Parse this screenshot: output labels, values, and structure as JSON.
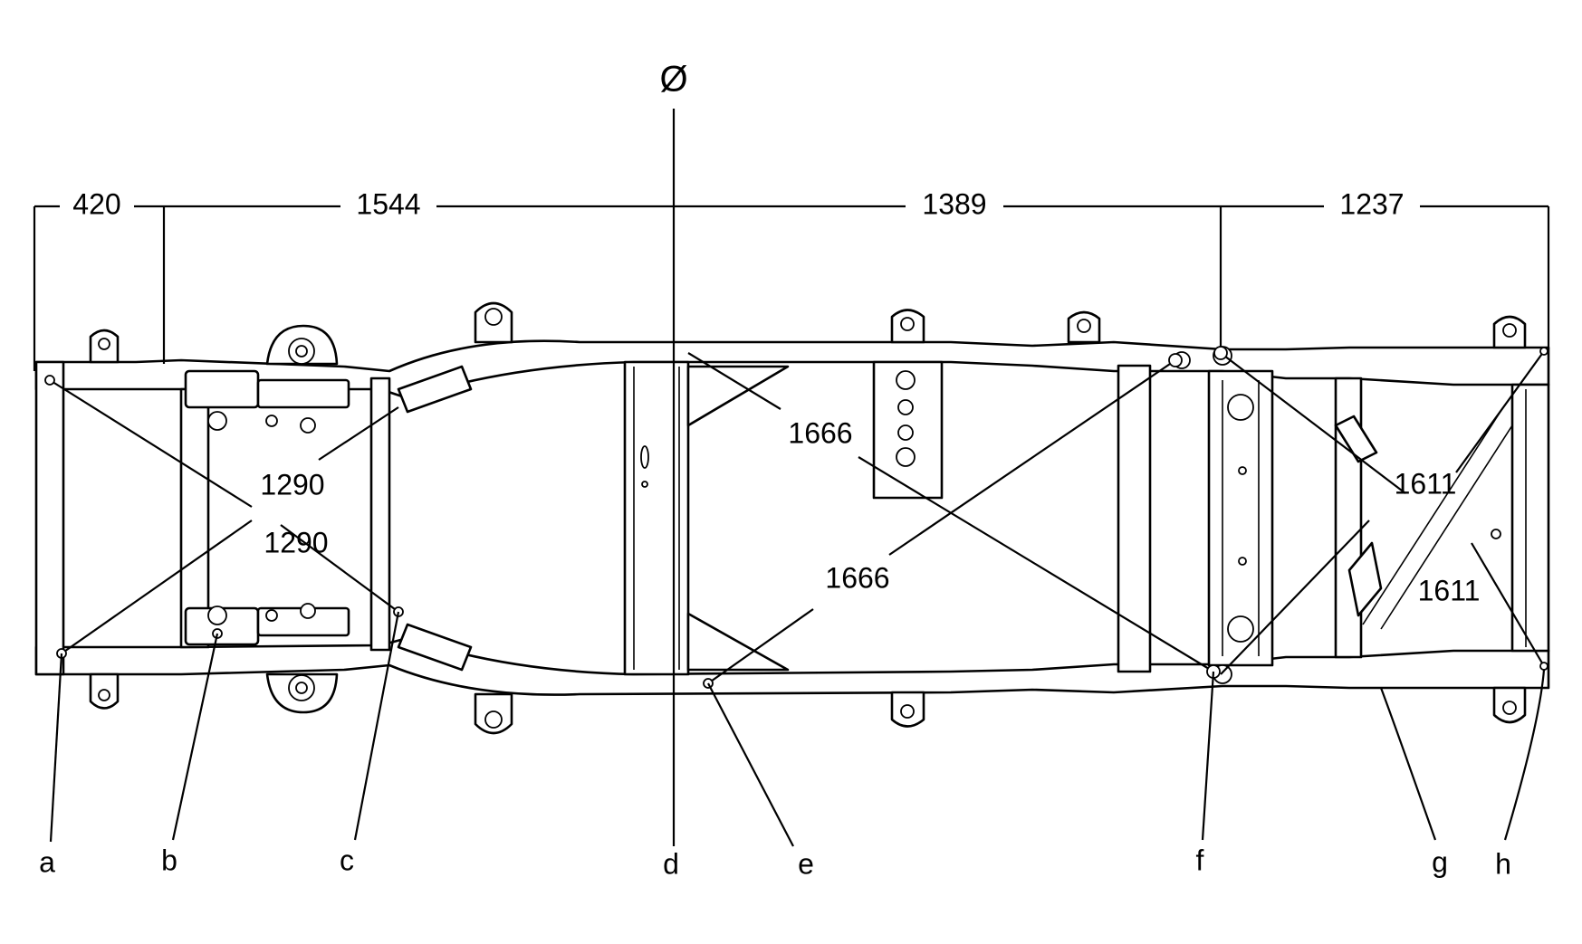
{
  "datum_label": "Ø",
  "dimensions_top": [
    "420",
    "1544",
    "1389",
    "1237"
  ],
  "diagonals": {
    "front_upper": "1290",
    "front_lower": "1290",
    "mid_upper": "1666",
    "mid_lower": "1666",
    "rear_upper": "1611",
    "rear_lower": "1611"
  },
  "points": [
    "a",
    "b",
    "c",
    "d",
    "e",
    "f",
    "g",
    "h"
  ]
}
